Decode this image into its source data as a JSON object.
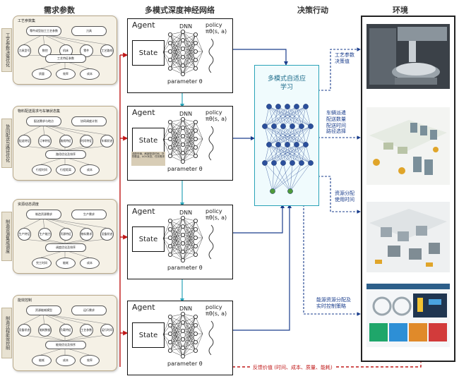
{
  "headers": {
    "requirements": "需求参数",
    "network": "多模式深度神经网络",
    "decision": "决策行动",
    "environment": "环境"
  },
  "requirement_groups": [
    {
      "side_label": "工艺参数决策优化",
      "title": "工艺参数集",
      "items": [
        "零件成型加工工艺参数",
        "刀具",
        "刀具型号",
        "数控",
        "机床",
        "零件",
        "工艺路线",
        "工艺特征参数",
        "质量",
        "效率",
        "成本"
      ]
    },
    {
      "side_label": "协同配送与路径优化",
      "title": "物料配送需求与车辆状态集",
      "items": [
        "配送需求与地点",
        "协同调度计划",
        "配送特征",
        "订单特征",
        "路线特征",
        "时间特征",
        "车辆状态",
        "路径优化及排序",
        "行程时间",
        "行程距离",
        "成本"
      ]
    },
    {
      "side_label": "制造资源集成调度",
      "title": "资源动态调度",
      "items": [
        "制造资源需求",
        "生产需求",
        "生产特征",
        "生产能力",
        "资源特征",
        "物料需求",
        "设备状态",
        "调度优化及排序",
        "完工时间",
        "能耗",
        "成本"
      ]
    },
    {
      "side_label": "制造过程能效控制",
      "title": "能效控制",
      "items": [
        "资源能耗模型",
        "运行需求",
        "设备状态",
        "能耗数据",
        "负载特征",
        "工艺参数",
        "运行时间",
        "能效优化及排序",
        "能耗",
        "成本",
        "效率"
      ]
    }
  ],
  "agent": {
    "label": "Agent",
    "state": "State",
    "dnn": "DNN",
    "policy": "policy",
    "policy_fn": "πθ(s, a)",
    "parameter": "parameter θ",
    "note": "选配车辆、刷新配送时间、货物数量、AGV状态、任务需求"
  },
  "adaptive": {
    "title_line1": "多模式自适应",
    "title_line2": "学习"
  },
  "decisions": [
    {
      "line1": "工艺参数",
      "line2": "决策值"
    },
    {
      "line1": "车辆派遣",
      "line2": "配送数量",
      "line3": "配送时间",
      "line4": "路径选择"
    },
    {
      "line1": "资源分配",
      "line2": "使用时间"
    },
    {
      "line1": "能源资源分配及",
      "line2": "实时控制策略"
    }
  ],
  "feedback": "反馈价值 (时间、成本、质量、能耗)",
  "colors": {
    "feedback": "#c01818",
    "flow_blue": "#1a3d8c",
    "accent_teal": "#2aa3b8",
    "box_beige": "#f5f1e6"
  }
}
